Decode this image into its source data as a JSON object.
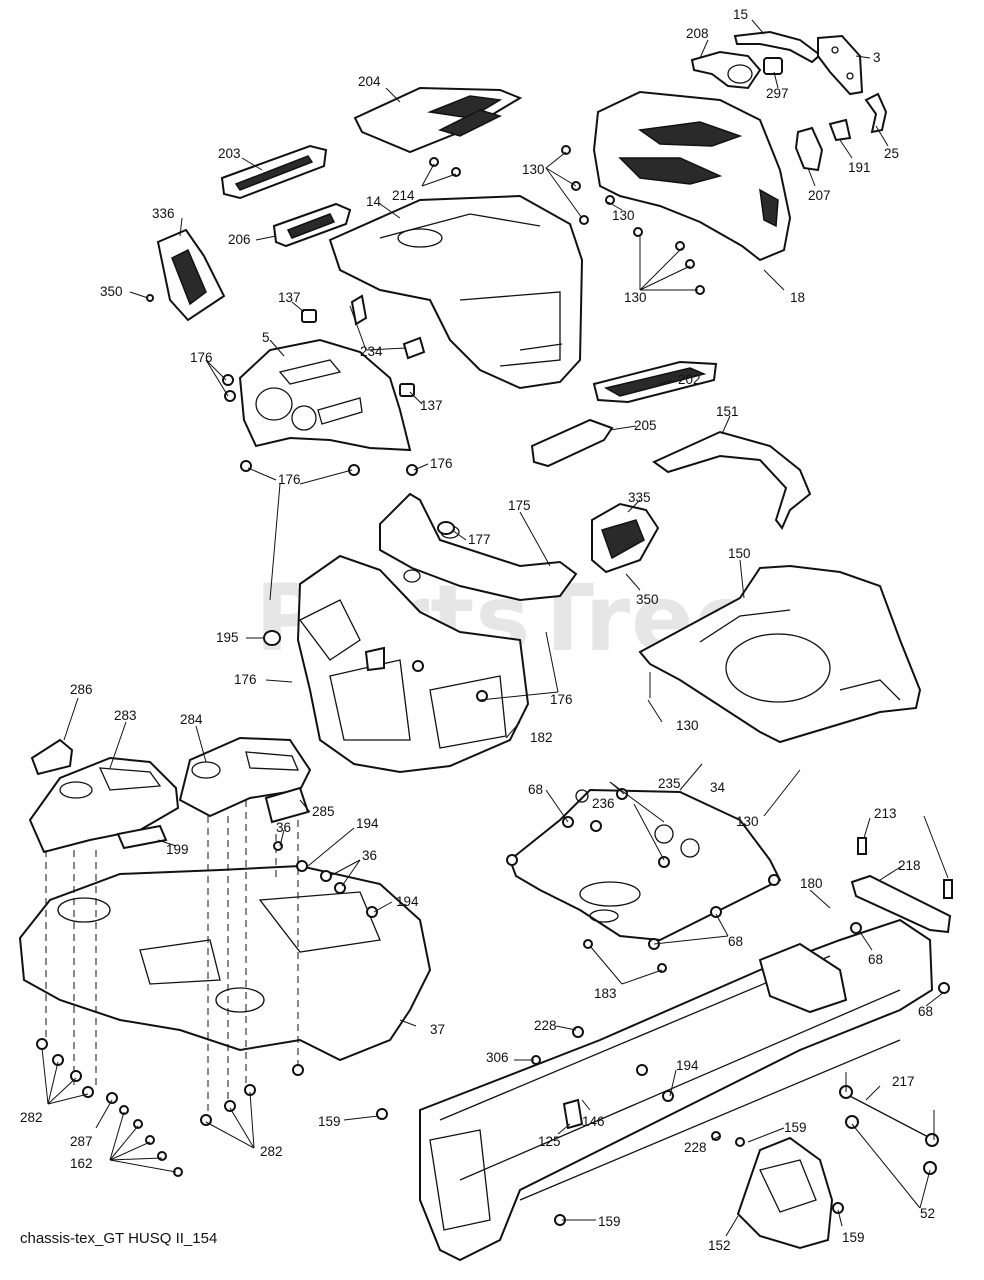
{
  "diagram": {
    "watermark": "PartsTree",
    "watermark_mark": "™",
    "caption": "chassis-tex_GT HUSQ II_154"
  },
  "part_labels": [
    {
      "id": "15",
      "text": "15"
    },
    {
      "id": "208",
      "text": "208"
    },
    {
      "id": "3",
      "text": "3"
    },
    {
      "id": "297",
      "text": "297"
    },
    {
      "id": "204",
      "text": "204"
    },
    {
      "id": "25",
      "text": "25"
    },
    {
      "id": "203",
      "text": "203"
    },
    {
      "id": "214",
      "text": "214"
    },
    {
      "id": "130a",
      "text": "130"
    },
    {
      "id": "207",
      "text": "207"
    },
    {
      "id": "191",
      "text": "191"
    },
    {
      "id": "336",
      "text": "336"
    },
    {
      "id": "14",
      "text": "14"
    },
    {
      "id": "130b",
      "text": "130"
    },
    {
      "id": "206",
      "text": "206"
    },
    {
      "id": "130c",
      "text": "130"
    },
    {
      "id": "18",
      "text": "18"
    },
    {
      "id": "350a",
      "text": "350"
    },
    {
      "id": "137a",
      "text": "137"
    },
    {
      "id": "5",
      "text": "5"
    },
    {
      "id": "234",
      "text": "234"
    },
    {
      "id": "176a",
      "text": "176"
    },
    {
      "id": "137b",
      "text": "137"
    },
    {
      "id": "202",
      "text": "202"
    },
    {
      "id": "151",
      "text": "151"
    },
    {
      "id": "205",
      "text": "205"
    },
    {
      "id": "176b",
      "text": "176"
    },
    {
      "id": "176c",
      "text": "176"
    },
    {
      "id": "175",
      "text": "175"
    },
    {
      "id": "335",
      "text": "335"
    },
    {
      "id": "177",
      "text": "177"
    },
    {
      "id": "150",
      "text": "150"
    },
    {
      "id": "350b",
      "text": "350"
    },
    {
      "id": "195",
      "text": "195"
    },
    {
      "id": "176d",
      "text": "176"
    },
    {
      "id": "176e",
      "text": "176"
    },
    {
      "id": "130d",
      "text": "130"
    },
    {
      "id": "286",
      "text": "286"
    },
    {
      "id": "283",
      "text": "283"
    },
    {
      "id": "284",
      "text": "284"
    },
    {
      "id": "182",
      "text": "182"
    },
    {
      "id": "235",
      "text": "235"
    },
    {
      "id": "68a",
      "text": "68"
    },
    {
      "id": "34",
      "text": "34"
    },
    {
      "id": "236",
      "text": "236"
    },
    {
      "id": "285",
      "text": "285"
    },
    {
      "id": "130e",
      "text": "130"
    },
    {
      "id": "213",
      "text": "213"
    },
    {
      "id": "36a",
      "text": "36"
    },
    {
      "id": "194a",
      "text": "194"
    },
    {
      "id": "199",
      "text": "199"
    },
    {
      "id": "36b",
      "text": "36"
    },
    {
      "id": "218",
      "text": "218"
    },
    {
      "id": "180",
      "text": "180"
    },
    {
      "id": "194b",
      "text": "194"
    },
    {
      "id": "68b",
      "text": "68"
    },
    {
      "id": "68c",
      "text": "68"
    },
    {
      "id": "183",
      "text": "183"
    },
    {
      "id": "68d",
      "text": "68"
    },
    {
      "id": "37",
      "text": "37"
    },
    {
      "id": "228a",
      "text": "228"
    },
    {
      "id": "306",
      "text": "306"
    },
    {
      "id": "194c",
      "text": "194"
    },
    {
      "id": "217",
      "text": "217"
    },
    {
      "id": "282a",
      "text": "282"
    },
    {
      "id": "287",
      "text": "287"
    },
    {
      "id": "159a",
      "text": "159"
    },
    {
      "id": "146",
      "text": "146"
    },
    {
      "id": "125",
      "text": "125"
    },
    {
      "id": "228b",
      "text": "228"
    },
    {
      "id": "159b",
      "text": "159"
    },
    {
      "id": "162",
      "text": "162"
    },
    {
      "id": "282b",
      "text": "282"
    },
    {
      "id": "52",
      "text": "52"
    },
    {
      "id": "159c",
      "text": "159"
    },
    {
      "id": "159d",
      "text": "159"
    },
    {
      "id": "152",
      "text": "152"
    }
  ]
}
